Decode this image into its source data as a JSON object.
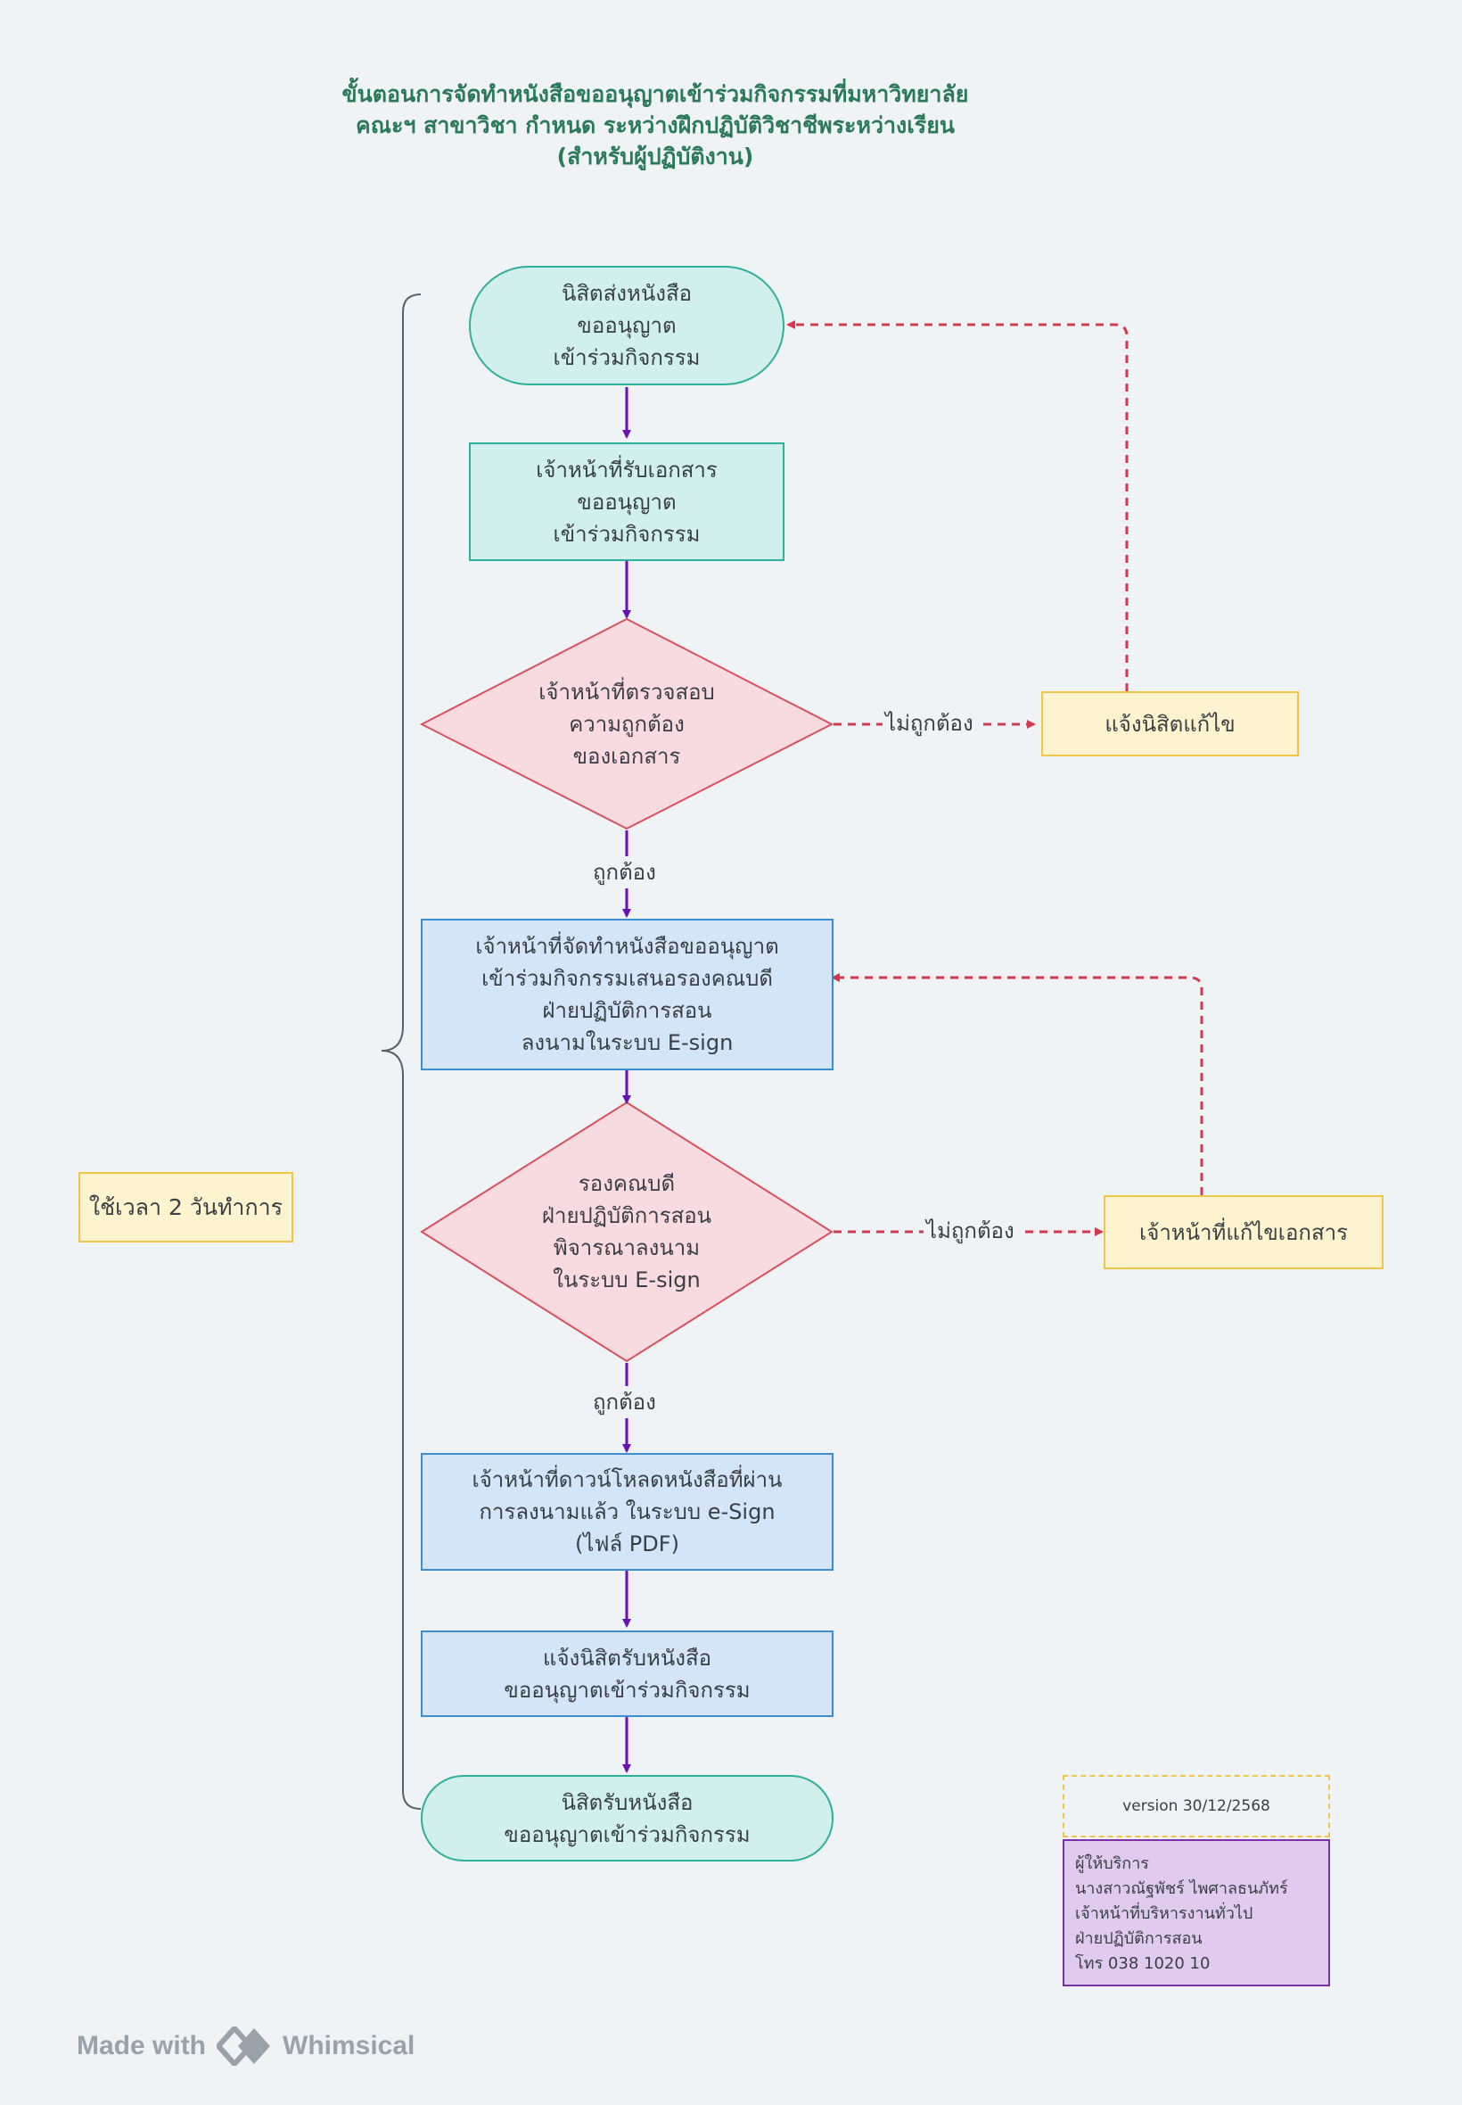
{
  "title": {
    "line1": "ขั้นตอนการจัดทำหนังสือขออนุญาตเข้าร่วมกิจกรรมที่มหาวิทยาลัย",
    "line2": "คณะฯ สาขาวิชา  กำหนด ระหว่างฝึกปฏิบัติวิชาชีพระหว่างเรียน",
    "line3": "(สำหรับผู้ปฏิบัติงาน)"
  },
  "nodes": {
    "start": [
      "นิสิตส่งหนังสือ",
      "ขออนุญาต",
      "เข้าร่วมกิจกรรม"
    ],
    "receive": [
      "เจ้าหน้าที่รับเอกสาร",
      "ขออนุญาต",
      "เข้าร่วมกิจกรรม"
    ],
    "check": [
      "เจ้าหน้าที่ตรวจสอบ",
      "ความถูกต้อง",
      "ของเอกสาร"
    ],
    "notify_fix": [
      "แจ้งนิสิตแก้ไข"
    ],
    "prepare": [
      "เจ้าหน้าที่จัดทำหนังสือขออนุญาต",
      "เข้าร่วมกิจกรรมเสนอรองคณบดี",
      "ฝ่ายปฏิบัติการสอน",
      "ลงนามในระบบ E-sign"
    ],
    "sign": [
      "รองคณบดี",
      "ฝ่ายปฏิบัติการสอน",
      "พิจารณาลงนาม",
      "ในระบบ E-sign"
    ],
    "staff_fix": [
      "เจ้าหน้าที่แก้ไขเอกสาร"
    ],
    "download": [
      "เจ้าหน้าที่ดาวน์โหลดหนังสือที่ผ่าน",
      "การลงนามแล้ว ในระบบ e-Sign",
      "(ไฟล์ PDF)"
    ],
    "notify_receive": [
      "แจ้งนิสิตรับหนังสือ",
      "ขออนุญาตเข้าร่วมกิจกรรม"
    ],
    "end": [
      "นิสิตรับหนังสือ",
      "ขออนุญาตเข้าร่วมกิจกรรม"
    ]
  },
  "edge_labels": {
    "incorrect1": "ไม่ถูกต้อง",
    "correct1": "ถูกต้อง",
    "incorrect2": "ไม่ถูกต้อง",
    "correct2": "ถูกต้อง"
  },
  "time_note": "ใช้เวลา 2 วันทำการ",
  "version": "version  30/12/2568",
  "provider": {
    "line1": "ผู้ให้บริการ",
    "line2": "นางสาวณัฐพัชร์ ไพศาลธนภัทร์",
    "line3": "เจ้าหน้าที่บริหารงานทั่วไป",
    "line4": "ฝ่ายปฏิบัติการสอน",
    "line5": "โทร 038 1020 10"
  },
  "footer": {
    "made_with": "Made with",
    "brand": "Whimsical"
  },
  "colors": {
    "flow_arrow": "#6a0fb8",
    "reject_arrow": "#d2394f",
    "title": "#2a7a5a",
    "terminal_fill": "#d1efec",
    "process_fill": "#d3e5f6",
    "decision_fill": "#f8dbe0",
    "note_fill": "#fdf3cf",
    "provider_fill": "#e0cbef"
  }
}
